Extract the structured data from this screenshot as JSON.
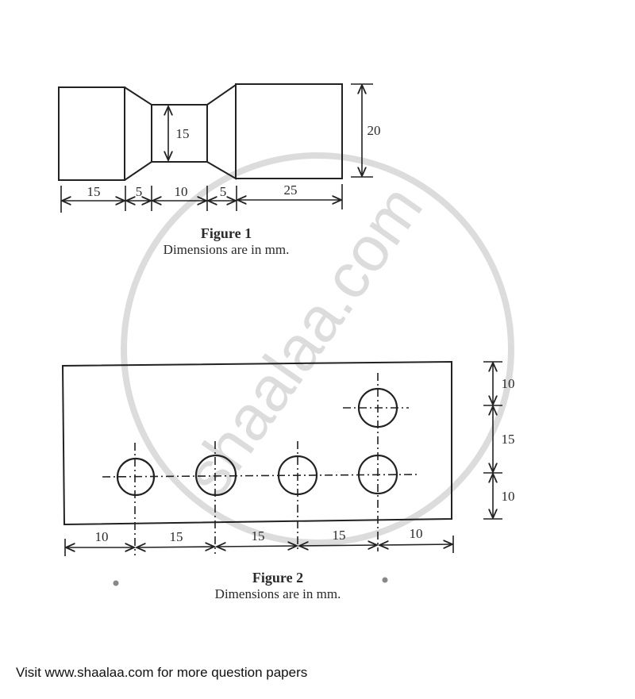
{
  "figure1": {
    "title": "Figure 1",
    "subtitle": "Dimensions are in mm.",
    "dims": {
      "len1": "15",
      "len2": "5",
      "len3": "10",
      "len4": "5",
      "len5": "25",
      "neck_height": "15",
      "total_height": "20"
    }
  },
  "figure2": {
    "title": "Figure 2",
    "subtitle": "Dimensions are in mm.",
    "horizontal_dims": [
      "10",
      "15",
      "15",
      "15",
      "10"
    ],
    "vertical_dims": [
      "10",
      "15",
      "10"
    ],
    "hole_count": 5
  },
  "watermark": {
    "text": "shaalaa.com",
    "color": "#d9d9d9"
  },
  "footer": {
    "text": "Visit www.shaalaa.com for more question papers"
  }
}
